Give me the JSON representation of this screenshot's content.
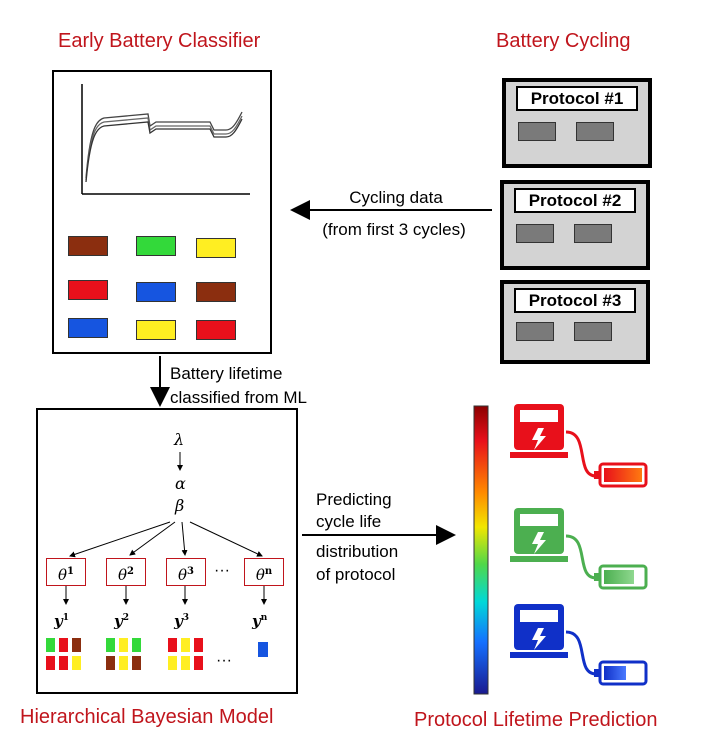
{
  "titles": {
    "early_classifier": "Early Battery Classifier",
    "battery_cycling": "Battery Cycling",
    "hierarchical": "Hierarchical Bayesian Model",
    "protocol_prediction": "Protocol Lifetime Prediction"
  },
  "labels": {
    "cycling_data_line1": "Cycling data",
    "cycling_data_line2": "(from first 3 cycles)",
    "lifetime_line1": "Battery lifetime",
    "lifetime_line2": "classified from ML",
    "predicting_line1": "Predicting",
    "predicting_line2": "cycle life",
    "predicting_line3": "distribution",
    "predicting_line4": "of protocol"
  },
  "protocols": [
    "Protocol #1",
    "Protocol #2",
    "Protocol #3"
  ],
  "model": {
    "lambda": "λ",
    "alpha": "α",
    "beta": "β",
    "thetas": [
      {
        "sym": "θ",
        "idx": "1"
      },
      {
        "sym": "θ",
        "idx": "2"
      },
      {
        "sym": "θ",
        "idx": "3"
      },
      {
        "sym": "θ",
        "idx": "n"
      }
    ],
    "ys": [
      {
        "sym": "y",
        "idx": "1"
      },
      {
        "sym": "y",
        "idx": "2"
      },
      {
        "sym": "y",
        "idx": "3"
      },
      {
        "sym": "y",
        "idx": "n"
      }
    ],
    "ellipsis": "···"
  },
  "colors": {
    "title": "#c0151c",
    "brown": "#8b2e0f",
    "green": "#33d93a",
    "yellow": "#ffee22",
    "red": "#e8101b",
    "blue": "#1655e0",
    "gray_battery": "#7a7a7a",
    "pred_red": "#e8101b",
    "pred_green": "#4caf50",
    "pred_blue": "#1030c8"
  },
  "icons": [
    "battery-icon",
    "charging-station-icon",
    "arrow-icon",
    "colorbar"
  ]
}
